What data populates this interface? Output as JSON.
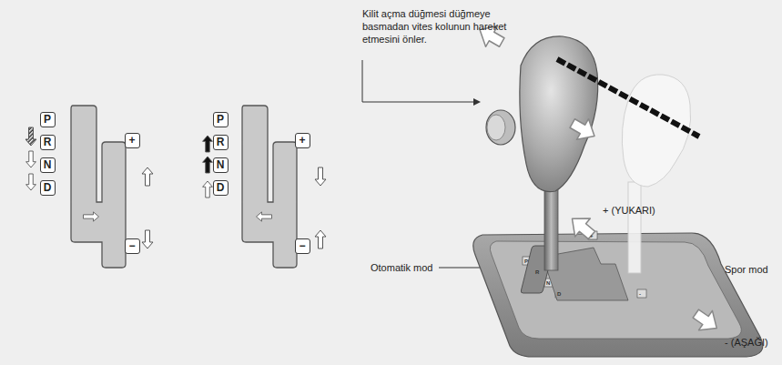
{
  "diagram": {
    "nodes": [
      {
        "text": [
          "P"
        ]
      },
      {
        "text": [
          "R"
        ]
      },
      {
        "text": [
          "N"
        ]
      },
      {
        "text": [
          "D"
        ]
      },
      {
        "text": [
          "+"
        ]
      },
      {
        "text": [
          "−"
        ]
      },
      {
        "text": [
          "P"
        ]
      },
      {
        "text": [
          "R"
        ]
      },
      {
        "text": [
          "N"
        ]
      },
      {
        "text": [
          "D"
        ]
      },
      {
        "text": [
          "+"
        ]
      },
      {
        "text": [
          "−"
        ]
      }
    ],
    "labels": [
      "Kilit açma düğmesi düğmeye basmadan vites kolunun hareket etmesini önler.",
      "+ (YUKARI)",
      "Otomatik mod",
      "Spor mod",
      "- (AŞAĞI)",
      "P",
      "R",
      "N",
      "D",
      "+",
      "-"
    ]
  }
}
